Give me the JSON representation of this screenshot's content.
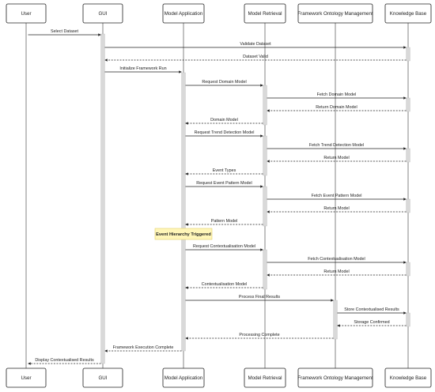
{
  "participants": [
    {
      "id": "user",
      "label": "User"
    },
    {
      "id": "gui",
      "label": "GUI"
    },
    {
      "id": "model_app",
      "label": "Model Application"
    },
    {
      "id": "model_ret",
      "label": "Model Retrieval"
    },
    {
      "id": "fom",
      "label": "Framework Ontology Management"
    },
    {
      "id": "kb",
      "label": "Knowledge Base"
    }
  ],
  "messages": [
    {
      "from": "user",
      "to": "gui",
      "label": "Select Dataset",
      "reply": false
    },
    {
      "from": "gui",
      "to": "kb",
      "label": "Validate Dataset",
      "reply": false
    },
    {
      "from": "kb",
      "to": "gui",
      "label": "Dataset Valid",
      "reply": true
    },
    {
      "from": "gui",
      "to": "model_app",
      "label": "Initialize Framework Run",
      "reply": false
    },
    {
      "from": "model_app",
      "to": "model_ret",
      "label": "Request Domain Model",
      "reply": false
    },
    {
      "from": "model_ret",
      "to": "kb",
      "label": "Fetch Domain Model",
      "reply": false
    },
    {
      "from": "kb",
      "to": "model_ret",
      "label": "Return Domain Model",
      "reply": true
    },
    {
      "from": "model_ret",
      "to": "model_app",
      "label": "Domain Model",
      "reply": true
    },
    {
      "from": "model_app",
      "to": "model_ret",
      "label": "Request Trend Detection Model",
      "reply": false
    },
    {
      "from": "model_ret",
      "to": "kb",
      "label": "Fetch Trend Detection Model",
      "reply": false
    },
    {
      "from": "kb",
      "to": "model_ret",
      "label": "Return Model",
      "reply": true
    },
    {
      "from": "model_ret",
      "to": "model_app",
      "label": "Event Types",
      "reply": true
    },
    {
      "from": "model_app",
      "to": "model_ret",
      "label": "Request Event Pattern Model",
      "reply": false
    },
    {
      "from": "model_ret",
      "to": "kb",
      "label": "Fetch Event Pattern Model",
      "reply": false
    },
    {
      "from": "kb",
      "to": "model_ret",
      "label": "Return Model",
      "reply": true
    },
    {
      "from": "model_ret",
      "to": "model_app",
      "label": "Pattern Model",
      "reply": true
    },
    {
      "from": "model_app",
      "to": "model_ret",
      "label": "Request Contextualisation Model",
      "reply": false
    },
    {
      "from": "model_ret",
      "to": "kb",
      "label": "Fetch Contextualisation Model",
      "reply": false
    },
    {
      "from": "kb",
      "to": "model_ret",
      "label": "Return Model",
      "reply": true
    },
    {
      "from": "model_ret",
      "to": "model_app",
      "label": "Contextualisation Model",
      "reply": true
    },
    {
      "from": "model_app",
      "to": "fom",
      "label": "Process Final Results",
      "reply": false
    },
    {
      "from": "fom",
      "to": "kb",
      "label": "Store Contextualised Results",
      "reply": false
    },
    {
      "from": "kb",
      "to": "fom",
      "label": "Storage Confirmed",
      "reply": true
    },
    {
      "from": "fom",
      "to": "model_app",
      "label": "Processing Complete",
      "reply": true
    },
    {
      "from": "model_app",
      "to": "gui",
      "label": "Framework Execution Complete",
      "reply": true
    },
    {
      "from": "gui",
      "to": "user",
      "label": "Display Contextualised Results",
      "reply": true
    }
  ],
  "note": {
    "label": "Event Hierarchy Triggered",
    "over": "model_app"
  }
}
